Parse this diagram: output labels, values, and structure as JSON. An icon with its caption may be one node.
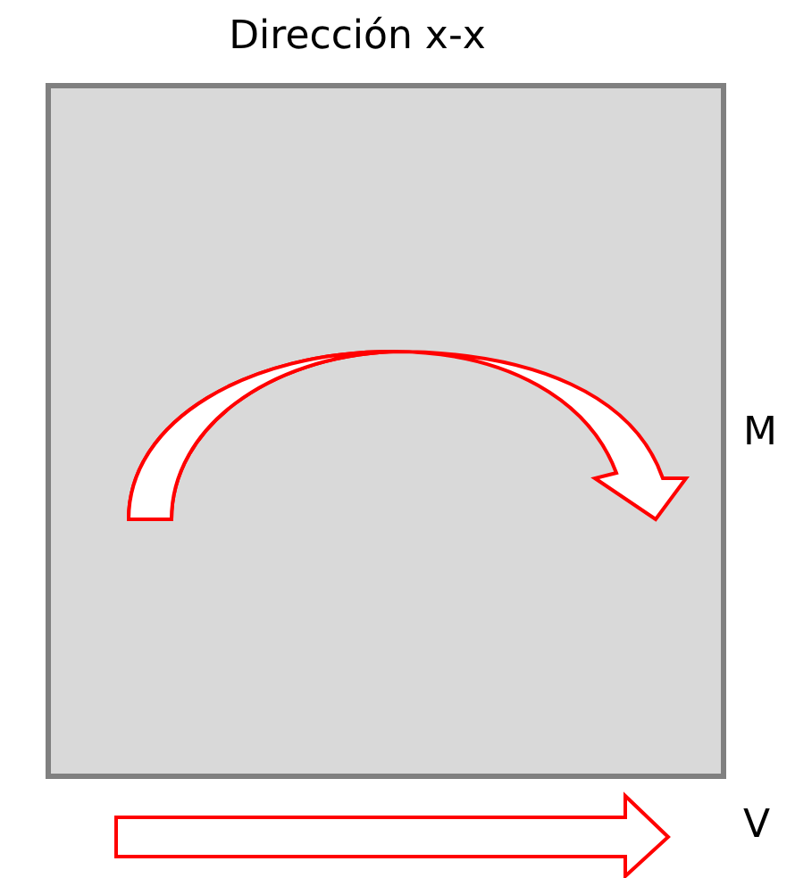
{
  "diagram": {
    "title": "Dirección x-x",
    "labels": [
      "M",
      "V"
    ]
  }
}
